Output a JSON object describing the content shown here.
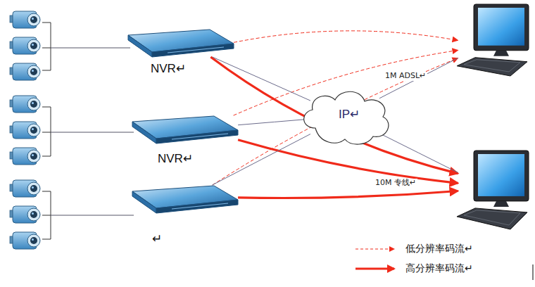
{
  "diagram": {
    "nodes": [
      {
        "text": [
          "NVR↵"
        ]
      },
      {
        "text": [
          "NVR↵"
        ]
      },
      {
        "text": [
          "↵"
        ]
      },
      {
        "text": [
          "IP↵"
        ]
      },
      {
        "text": [
          "1M ADSL↵"
        ]
      },
      {
        "text": [
          "10M 专线↵"
        ]
      }
    ],
    "edges": [
      {
        "from": 0,
        "to": 4,
        "arrow": "to"
      },
      {
        "from": 1,
        "to": 4,
        "arrow": "to"
      },
      {
        "from": 2,
        "to": 4,
        "arrow": "to"
      },
      {
        "from": 0,
        "to": 5,
        "arrow": "to"
      },
      {
        "from": 1,
        "to": 5,
        "arrow": "to"
      },
      {
        "from": 2,
        "to": 5,
        "arrow": "to"
      },
      {
        "from": 0,
        "to": 3,
        "arrow": "none"
      },
      {
        "from": 1,
        "to": 3,
        "arrow": "none"
      },
      {
        "from": 2,
        "to": 3,
        "arrow": "none"
      },
      {
        "from": 3,
        "to": 4,
        "arrow": "none"
      },
      {
        "from": 3,
        "to": 5,
        "arrow": "none"
      }
    ],
    "legend": [
      {
        "text": "低分辨率码流↵"
      },
      {
        "text": "高分辨率码流↵"
      }
    ]
  }
}
